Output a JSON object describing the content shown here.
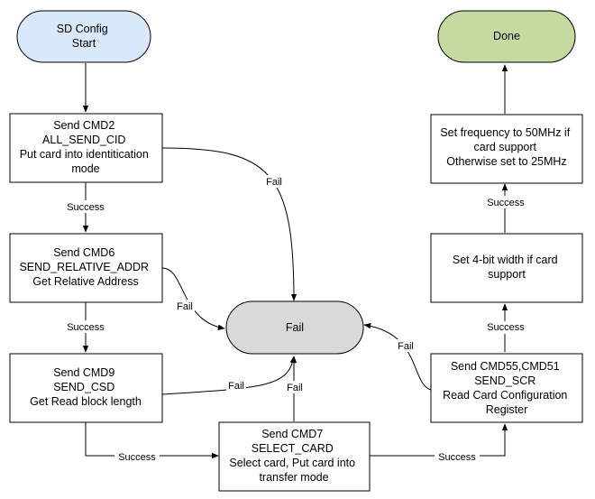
{
  "colors": {
    "start_fill": "#dae8fc",
    "done_fill": "#c5d9a0",
    "fail_fill": "#d9d9d9",
    "stroke": "#000000"
  },
  "nodes": {
    "start": [
      "SD Config",
      "Start"
    ],
    "cmd2": [
      "Send CMD2",
      "ALL_SEND_CID",
      "Put card into identitication",
      "mode"
    ],
    "cmd6": [
      "Send CMD6",
      "SEND_RELATIVE_ADDR",
      "Get Relative Address"
    ],
    "cmd9": [
      "Send CMD9",
      "SEND_CSD",
      "Get Read block length"
    ],
    "cmd7": [
      "Send CMD7",
      "SELECT_CARD",
      "Select card, Put card into",
      "transfer mode"
    ],
    "fail": [
      "Fail"
    ],
    "cmd55": [
      "Send CMD55,CMD51",
      "SEND_SCR",
      "Read Card Configuration",
      "Register"
    ],
    "width": [
      "Set 4-bit width if card",
      "support"
    ],
    "freq": [
      "Set frequency to 50MHz if",
      "card support",
      "Otherwise set to 25MHz"
    ],
    "done": [
      "Done"
    ]
  },
  "edge_labels": {
    "success": "Success",
    "fail": "Fail"
  }
}
